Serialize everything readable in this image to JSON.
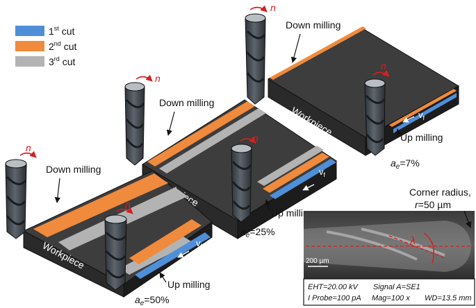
{
  "legend": [
    {
      "base": "1",
      "sup": "st",
      "rest": " cut",
      "color": "#4f8fd8"
    },
    {
      "base": "2",
      "sup": "nd",
      "rest": " cut",
      "color": "#f08a3c"
    },
    {
      "base": "3",
      "sup": "rd",
      "rest": " cut",
      "color": "#b3b3b3"
    }
  ],
  "colors": {
    "block_top": "#3d3d3d",
    "block_front": "#2a2a2a",
    "block_side": "#1c1c1c",
    "tool": "#4a5158",
    "arrow_red": "#d42020"
  },
  "labels": {
    "down_milling": "Down milling",
    "up_milling": "Up milling",
    "workpiece": "Workpiece",
    "n": "n",
    "vf_base": "v",
    "vf_sub": "f"
  },
  "engagement": [
    {
      "base": "a",
      "sub": "e",
      "value": "=50%"
    },
    {
      "base": "a",
      "sub": "e",
      "value": "=25%"
    },
    {
      "base": "a",
      "sub": "e",
      "value": "=7%"
    }
  ],
  "corner": {
    "line1": "Corner radius,",
    "var": "r",
    "value": "=50 µm"
  },
  "sem": {
    "lambda": "λ",
    "scale": "200 µm",
    "row1_left": "EHT=20.00 kV",
    "row1_right": "Signal A=SE1",
    "row2_left": "I Probe=100 pA",
    "row2_mid": "Mag=100 x",
    "row2_right": "WD=13.5 mm"
  }
}
